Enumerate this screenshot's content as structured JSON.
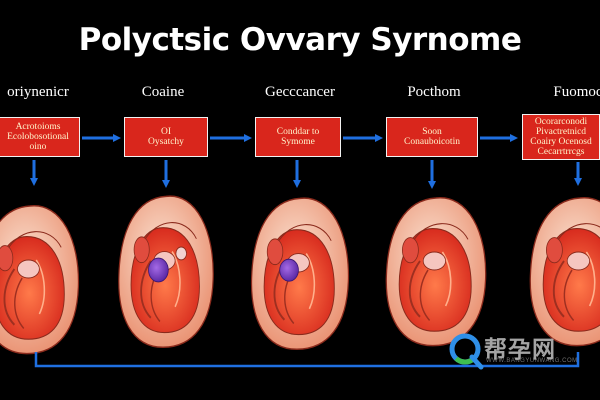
{
  "title": "Polyctsic Ovvary Syrnome",
  "stages": [
    {
      "heading": "oriynenicr",
      "box_lines": [
        "Acrotoioms",
        "Ecolobosotional",
        "oino"
      ]
    },
    {
      "heading": "Coaine",
      "box_lines": [
        "OI",
        "Oysatchy"
      ]
    },
    {
      "heading": "Gecccancer",
      "box_lines": [
        "Conddar to",
        "Symome"
      ]
    },
    {
      "heading": "Pocthom",
      "box_lines": [
        "Soon",
        "Conauboicotin"
      ]
    },
    {
      "heading": "Fuomoc",
      "box_lines": [
        "Ocorarconodi",
        "Pivactretnicd",
        "Coairy Ocenosd",
        "Cecarrtrrcgs"
      ]
    }
  ],
  "watermark": {
    "text": "帮孕网",
    "sub": "WWW.BANGYUNWANG.COM"
  },
  "colors": {
    "background": "#000000",
    "box_fill": "#d9261c",
    "box_text": "#fff4cc",
    "arrow": "#1f6fe0",
    "organ_outer": "#f3b89c",
    "organ_inner": "#e8372a",
    "cyst": "#7a3fc2"
  }
}
